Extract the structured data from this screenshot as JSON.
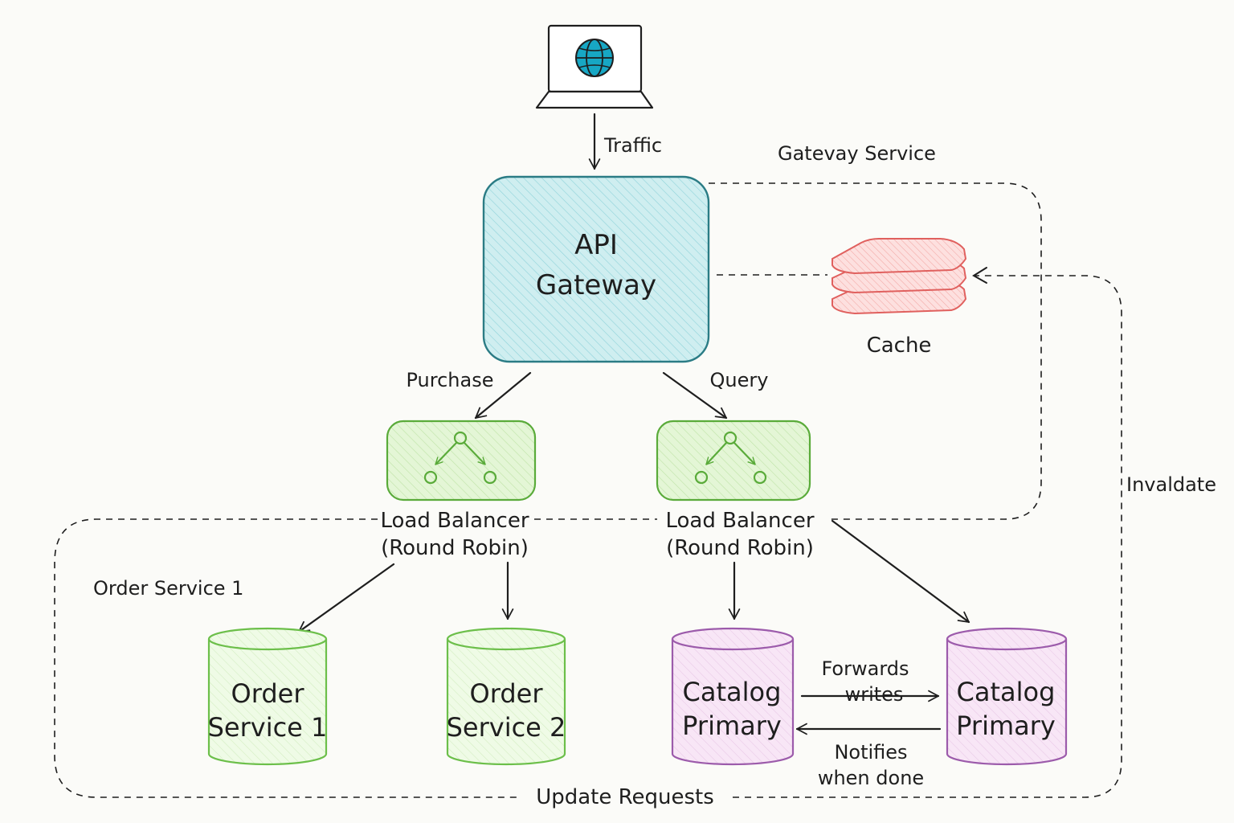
{
  "colors": {
    "gateway_fill": "#cfeef0",
    "gateway_stroke": "#2b7c85",
    "lb_fill": "#e4f6d6",
    "lb_stroke": "#5aab3a",
    "order_fill": "#effbe6",
    "order_stroke": "#6cbf4a",
    "catalog_fill": "#f8e6f6",
    "catalog_stroke": "#9c5bab",
    "cache_fill": "#fbd2d2",
    "cache_stroke": "#e0605e",
    "globe": "#17a7c4"
  },
  "nodes": {
    "client": {
      "icon": "laptop-globe-icon"
    },
    "api_gateway": {
      "line1": "API",
      "line2": "Gateway"
    },
    "cache": {
      "label": "Cache",
      "icon": "stack-layers-icon"
    },
    "lb_left": {
      "line1": "Load Balancer",
      "line2": "(Round Robin)",
      "icon": "load-balancer-icon"
    },
    "lb_right": {
      "line1": "Load Balancer",
      "line2": "(Round Robin)",
      "icon": "load-balancer-icon"
    },
    "order1": {
      "line1": "Order",
      "line2": "Service 1"
    },
    "order2": {
      "line1": "Order",
      "line2": "Service 2"
    },
    "catalog1": {
      "line1": "Catalog",
      "line2": "Primary"
    },
    "catalog2": {
      "line1": "Catalog",
      "line2": "Primary"
    }
  },
  "edges": {
    "traffic": "Traffic",
    "purchase": "Purchase",
    "query": "Query",
    "forwards_line1": "Forwards",
    "forwards_line2": "writes",
    "notifies_line1": "Notifies",
    "notifies_line2": "when done",
    "invalidate": "Invaldate",
    "update_requests": "Update Requests"
  },
  "groups": {
    "gateway_service": "Gatevay Service",
    "order_service": "Order Service 1"
  }
}
